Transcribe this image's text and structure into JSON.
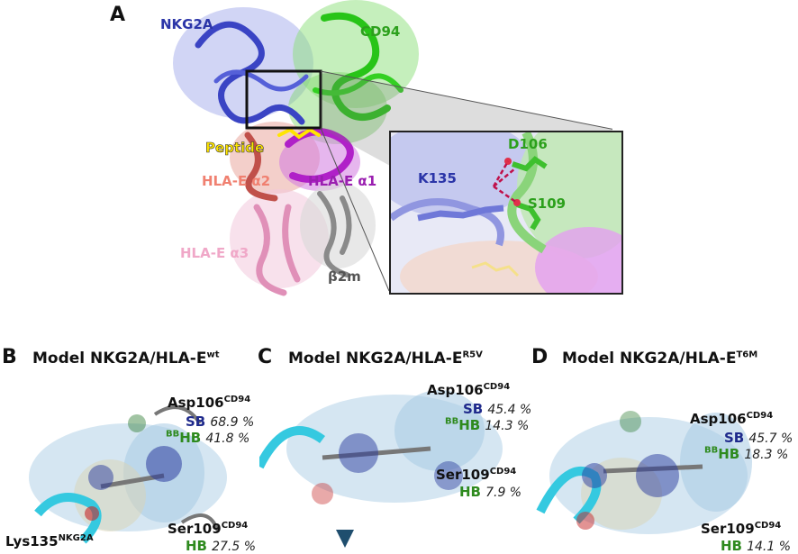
{
  "panel_a": {
    "letter": "A",
    "labels": {
      "nkg2a": "NKG2A",
      "cd94": "CD94",
      "peptide": "Peptide",
      "hla_a2": "HLA-E α2",
      "hla_a1": "HLA-E α1",
      "hla_a3": "HLA-E α3",
      "b2m": "β2m"
    },
    "inset": {
      "k135": "K135",
      "d106": "D106",
      "s109": "S109"
    }
  },
  "panel_b": {
    "letter": "B",
    "title_main": "Model NKG2A/HLA-E",
    "title_sup": "wt",
    "asp_res": "Asp106",
    "asp_sup": "CD94",
    "sb": "SB",
    "sb_pct": "68.9 %",
    "bb": "BB",
    "hb": "HB",
    "hb_pct": "41.8 %",
    "lys_res": "Lys135",
    "lys_sup": "NKG2A",
    "ser_res": "Ser109",
    "ser_sup": "CD94",
    "ser_hb": "HB",
    "ser_pct": "27.5 %"
  },
  "panel_c": {
    "letter": "C",
    "title_main": "Model NKG2A/HLA-E",
    "title_sup": "R5V",
    "asp_res": "Asp106",
    "asp_sup": "CD94",
    "sb": "SB",
    "sb_pct": "45.4 %",
    "bb": "BB",
    "hb": "HB",
    "hb_pct": "14.3 %",
    "ser_res": "Ser109",
    "ser_sup": "CD94",
    "ser_hb": "HB",
    "ser_pct": "7.9 %"
  },
  "panel_d": {
    "letter": "D",
    "title_main": "Model NKG2A/HLA-E",
    "title_sup": "T6M",
    "asp_res": "Asp106",
    "asp_sup": "CD94",
    "sb": "SB",
    "sb_pct": "45.7 %",
    "bb": "BB",
    "hb": "HB",
    "hb_pct": "18.3 %",
    "ser_res": "Ser109",
    "ser_sup": "CD94",
    "ser_hb": "HB",
    "ser_pct": "14.1 %"
  },
  "colors": {
    "nkg2a": "#2b35a8",
    "cd94": "#2ca01c",
    "peptide": "#ffef00",
    "hla_a2": "#f08070",
    "hla_a1": "#9a1fb0",
    "hla_a3": "#f0a8c8",
    "b2m": "#555555",
    "sb": "#1f2a8c",
    "hb": "#2e8a1e"
  }
}
